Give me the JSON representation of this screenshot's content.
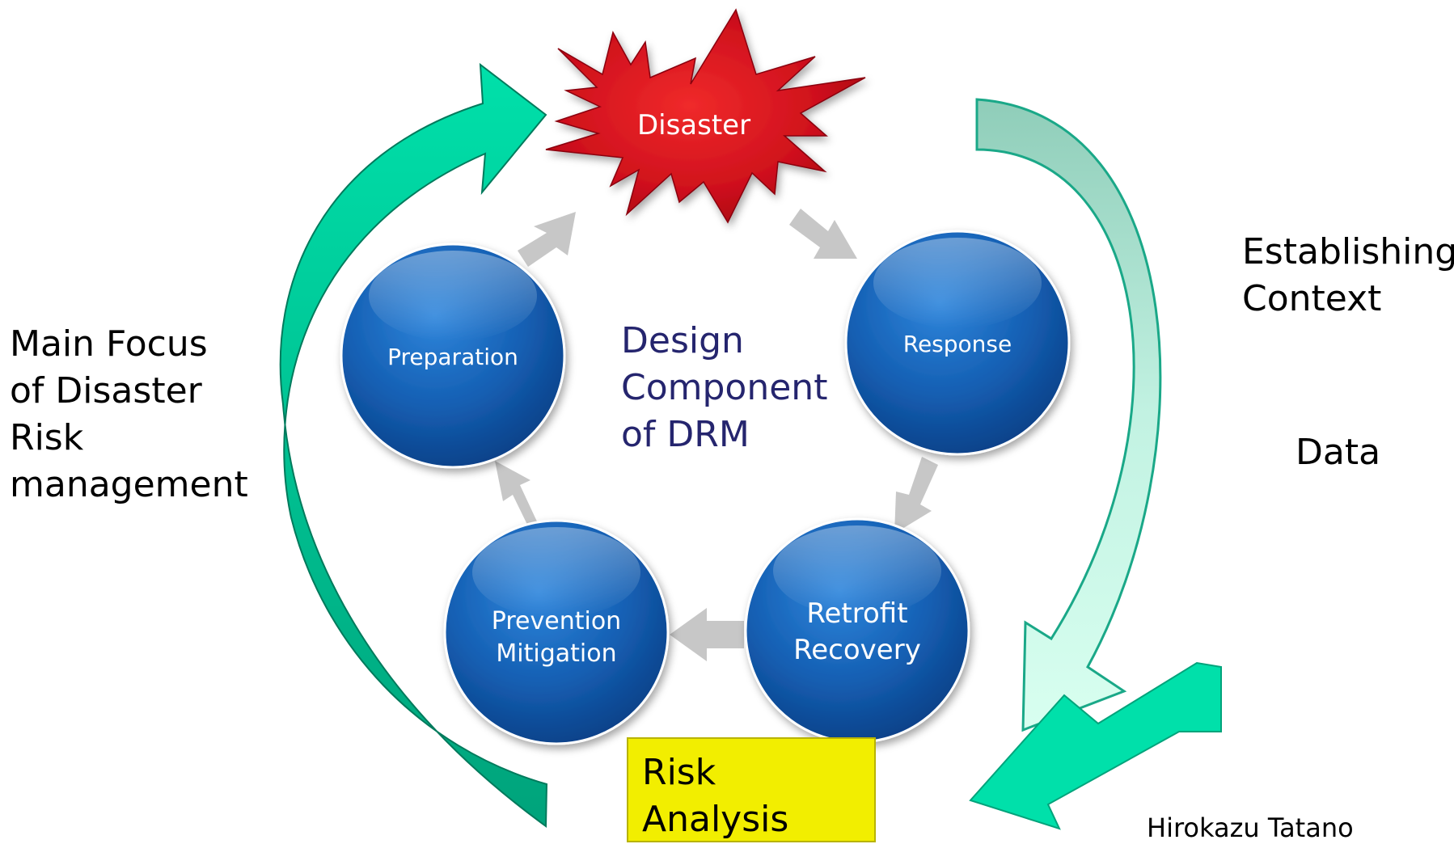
{
  "title_lines": [
    "Design",
    "Component",
    "of DRM"
  ],
  "disaster_label": "Disaster",
  "phases": {
    "preparation": [
      "Preparation"
    ],
    "response": [
      "Response"
    ],
    "retrofit": [
      "Retrofit",
      "Recovery"
    ],
    "prevention": [
      "Prevention",
      "Mitigation"
    ]
  },
  "left_text_lines": [
    "Main Focus",
    "of Disaster",
    "Risk",
    "management"
  ],
  "right_text_lines": [
    "Establishing",
    "Context"
  ],
  "right_data_label": "Data",
  "risk_box_lines": [
    "Risk",
    "Analysis"
  ],
  "author": "Hirokazu Tatano",
  "colors": {
    "circle_blue": "#1a63b8",
    "disaster_red": "#d0111d",
    "green_arrow": "#00d9a4",
    "risk_yellow": "#f2ee00",
    "grey_arrow": "#c7c7c7",
    "title_navy": "#25256e"
  }
}
